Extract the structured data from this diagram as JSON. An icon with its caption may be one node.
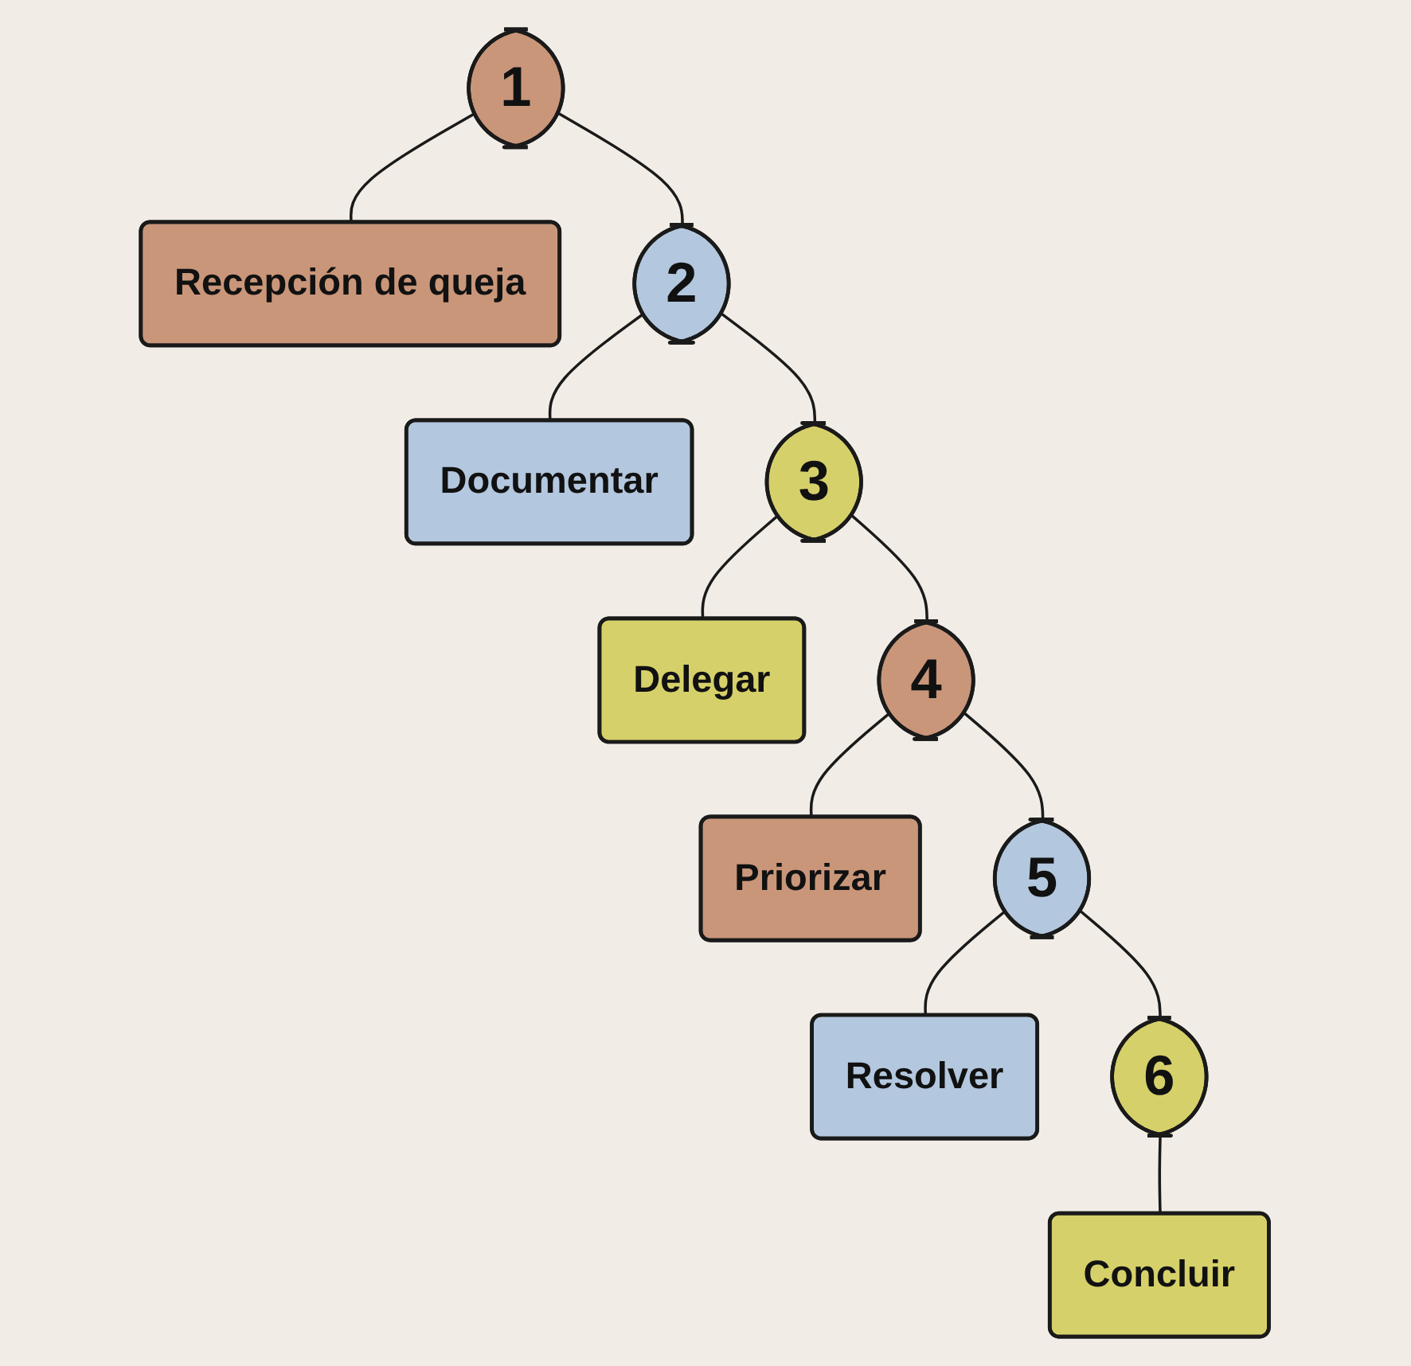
{
  "diagram": {
    "nodes": [
      {
        "text": [
          "1"
        ]
      },
      {
        "text": [
          "Recepción de queja"
        ]
      },
      {
        "text": [
          "2"
        ]
      },
      {
        "text": [
          "Documentar"
        ]
      },
      {
        "text": [
          "3"
        ]
      },
      {
        "text": [
          "Delegar"
        ]
      },
      {
        "text": [
          "4"
        ]
      },
      {
        "text": [
          "Priorizar"
        ]
      },
      {
        "text": [
          "5"
        ]
      },
      {
        "text": [
          "Resolver"
        ]
      },
      {
        "text": [
          "6"
        ]
      },
      {
        "text": [
          "Concluir"
        ]
      }
    ],
    "edges": [
      {
        "from": 0,
        "to": 1,
        "arrow": "none"
      },
      {
        "from": 2,
        "to": 3,
        "arrow": "none"
      },
      {
        "from": 4,
        "to": 5,
        "arrow": "none"
      },
      {
        "from": 6,
        "to": 7,
        "arrow": "none"
      },
      {
        "from": 8,
        "to": 9,
        "arrow": "none"
      },
      {
        "from": 10,
        "to": 11,
        "arrow": "none"
      },
      {
        "from": 0,
        "to": 2,
        "arrow": "none"
      },
      {
        "from": 2,
        "to": 4,
        "arrow": "none"
      },
      {
        "from": 4,
        "to": 6,
        "arrow": "none"
      },
      {
        "from": 6,
        "to": 8,
        "arrow": "none"
      },
      {
        "from": 8,
        "to": 10,
        "arrow": "none"
      }
    ]
  }
}
